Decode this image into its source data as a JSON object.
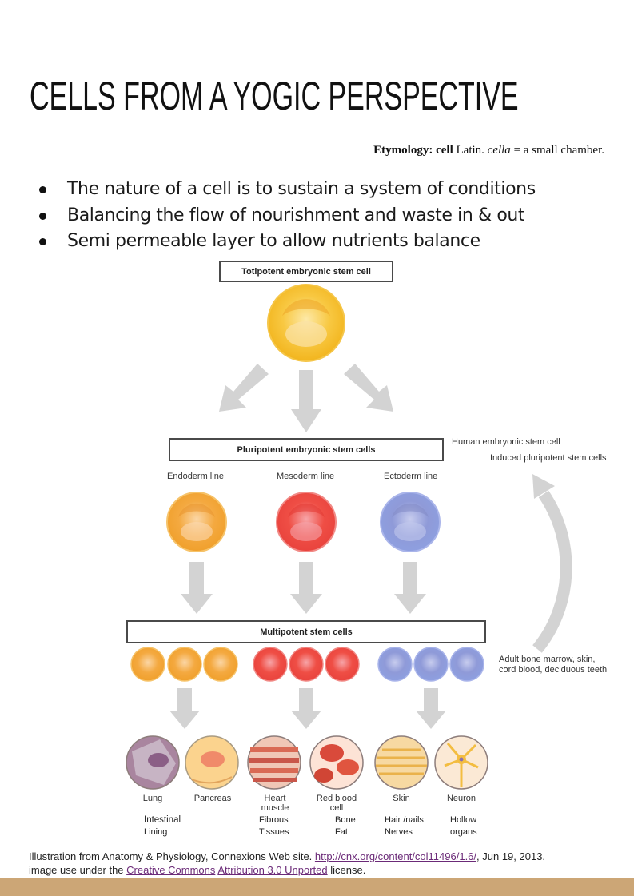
{
  "title": "CELLS FROM A YOGIC PERSPECTIVE",
  "etymology": {
    "label": "Etymology:",
    "word": "cell",
    "lang": "Latin.",
    "latin": "cella",
    "meaning": "= a small chamber."
  },
  "bullets": [
    "The nature of a cell is to sustain a system of conditions",
    "Balancing the flow of nourishment and waste in & out",
    "Semi permeable layer to allow nutrients balance"
  ],
  "diagram": {
    "stages": {
      "totipotent": "Totipotent embryonic stem cell",
      "pluripotent": "Pluripotent embryonic stem cells",
      "multipotent": "Multipotent stem cells"
    },
    "lines": [
      "Endoderm line",
      "Mesoderm line",
      "Ectoderm line"
    ],
    "side_notes": {
      "human_esc": "Human embryonic stem cell",
      "induced": "Induced pluripotent stem cells",
      "adult_1": "Adult bone marrow, skin,",
      "adult_2": "cord blood, deciduous teeth"
    },
    "colors": {
      "endoderm": "#f2a93b",
      "mesoderm": "#ee4a43",
      "ectoderm": "#8e9ad6",
      "arrow": "#d3d3d3",
      "totipotent": "#f6c02f"
    },
    "cell_types": [
      {
        "label_1": "Lung",
        "label_2": ""
      },
      {
        "label_1": "Pancreas",
        "label_2": ""
      },
      {
        "label_1": "Heart",
        "label_2": "muscle"
      },
      {
        "label_1": "Red blood",
        "label_2": "cell"
      },
      {
        "label_1": "Skin",
        "label_2": ""
      },
      {
        "label_1": "Neuron",
        "label_2": ""
      }
    ],
    "tissues": [
      {
        "line1": "Intestinal",
        "line2": "Lining"
      },
      {
        "line1": "Fibrous",
        "line2": "Tissues"
      },
      {
        "line1": "Bone",
        "line2": "Fat"
      },
      {
        "line1": "Hair /nails",
        "line2": "Nerves"
      },
      {
        "line1": "Hollow",
        "line2": "organs"
      }
    ]
  },
  "credit": {
    "line1_prefix": "Illustration from Anatomy & Physiology, Connexions Web site. ",
    "link1": "http://cnx.org/content/col11496/1.6/",
    "line1_suffix": ", Jun 19, 2013.",
    "line2_prefix": "image use under the ",
    "link2": "Creative Commons",
    "link3": "Attribution 3.0 Unported",
    "line2_suffix": " license."
  },
  "footer_color": "#cca676"
}
